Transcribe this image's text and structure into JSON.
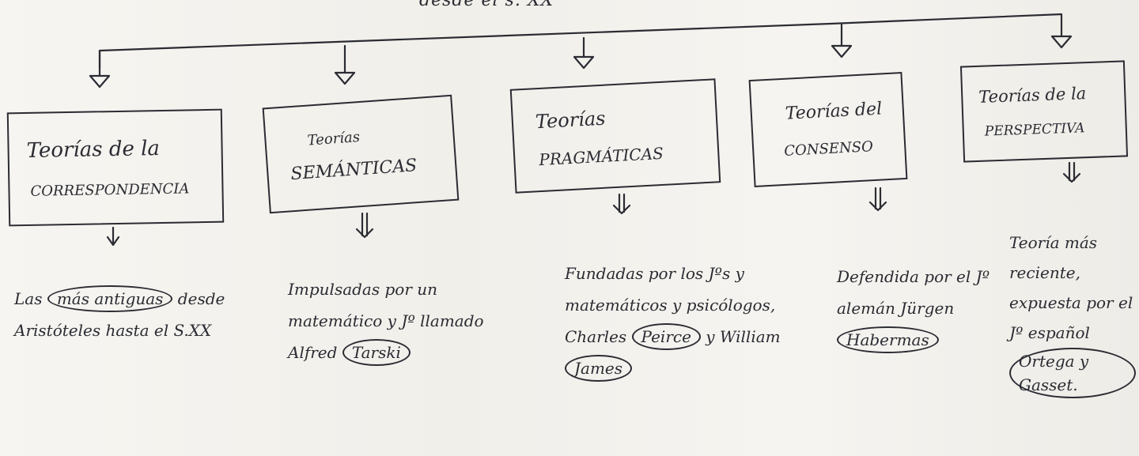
{
  "heading": "desde el s. XX",
  "theories": [
    {
      "line1": "Teorías de la",
      "line2": "CORRESPONDENCIA",
      "desc_before": "Las ",
      "highlight": "más antiguas",
      "desc_after": " desde Aristóteles hasta el S.XX"
    },
    {
      "line1": "Teorías",
      "line2": "SEMÁNTICAS",
      "desc_before": "Impulsadas por un matemático y Jº llamado Alfred ",
      "highlight": "Tarski",
      "desc_after": ""
    },
    {
      "line1": "Teorías",
      "line2": "PRAGMÁTICAS",
      "desc_before": "Fundadas por los Jºs y matemáticos y psicólogos, Charles ",
      "highlight": "Peirce",
      "desc_mid": " y William ",
      "highlight2": "James"
    },
    {
      "line1": "Teorías del",
      "line2": "CONSENSO",
      "desc_before": "Defendida por el Jº alemán Jürgen ",
      "highlight": "Habermas",
      "desc_after": ""
    },
    {
      "line1": "Teorías de la",
      "line2": "PERSPECTIVA",
      "desc_before": "Teoría más reciente, expuesta por el Jº español ",
      "highlight": "Ortega y Gasset.",
      "desc_after": ""
    }
  ]
}
